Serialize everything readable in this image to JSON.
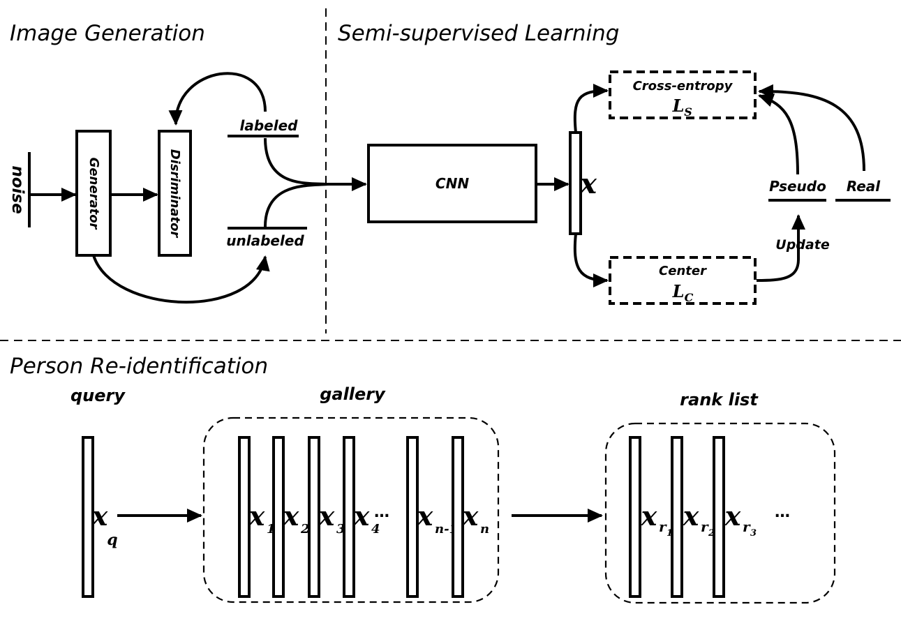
{
  "sections": {
    "image_generation": "Image Generation",
    "semi_supervised": "Semi-supervised Learning",
    "person_reid": "Person Re-identification"
  },
  "image_generation": {
    "noise": "noise",
    "generator": "Generator",
    "discriminator": "Disriminator",
    "labeled": "labeled",
    "unlabeled": "unlabeled"
  },
  "semi_supervised": {
    "cnn": "CNN",
    "feature": "x",
    "cross_entropy": "Cross-entropy",
    "loss_s_main": "L",
    "loss_s_sub": "S",
    "center": "Center",
    "loss_c_main": "L",
    "loss_c_sub": "C",
    "pseudo": "Pseudo",
    "real": "Real",
    "update": "Update"
  },
  "reid": {
    "query_label": "query",
    "gallery_label": "gallery",
    "rank_label": "rank list",
    "query": {
      "main": "x",
      "sub": "q"
    },
    "gallery_items": [
      {
        "main": "x",
        "sub": "1"
      },
      {
        "main": "x",
        "sub": "2"
      },
      {
        "main": "x",
        "sub": "3"
      },
      {
        "main": "x",
        "sub": "4"
      },
      {
        "main": "x",
        "sub": "n-1"
      },
      {
        "main": "x",
        "sub": "n"
      }
    ],
    "gallery_ellipsis": "…",
    "rank_items": [
      {
        "main": "x",
        "sub": "r",
        "subsub": "1"
      },
      {
        "main": "x",
        "sub": "r",
        "subsub": "2"
      },
      {
        "main": "x",
        "sub": "r",
        "subsub": "3"
      }
    ],
    "rank_ellipsis": "…"
  }
}
